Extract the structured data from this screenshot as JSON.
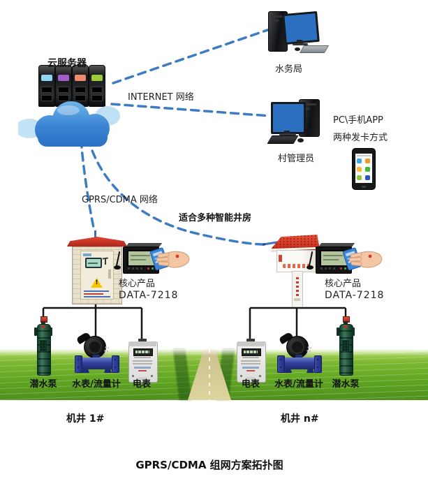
{
  "labels": {
    "cloud_server": "云服务器",
    "internet": "INTERNET 网络",
    "water_bureau": "水务局",
    "pc_app": "PC\\手机APP",
    "card_methods": "两种发卡方式",
    "village_admin": "村管理员",
    "gprs": "GPRS/CDMA 网络",
    "well_house_note": "适合多种智能井房",
    "title": "GPRS/CDMA 组网方案拓扑图"
  },
  "stations": {
    "left": {
      "core": "核心产品",
      "model": "DATA-7218",
      "well": "机井 1#",
      "devices": [
        "潜水泵",
        "水表/流量计",
        "电表"
      ]
    },
    "right": {
      "core": "核心产品",
      "model": "DATA-7218",
      "well": "机井 n#",
      "devices": [
        "电表",
        "水表/流量计",
        "潜水泵"
      ]
    }
  },
  "colors": {
    "dashed_link": "#3e7cc2",
    "wire": "#151515",
    "roof_red": "#cf2f1e",
    "cloud_blue": "#3b85d4",
    "cabinet_beige": "#e9e1cd",
    "pump_green": "#2a5c44",
    "meter_blue": "#33429e",
    "grass_green": "#63a823"
  }
}
